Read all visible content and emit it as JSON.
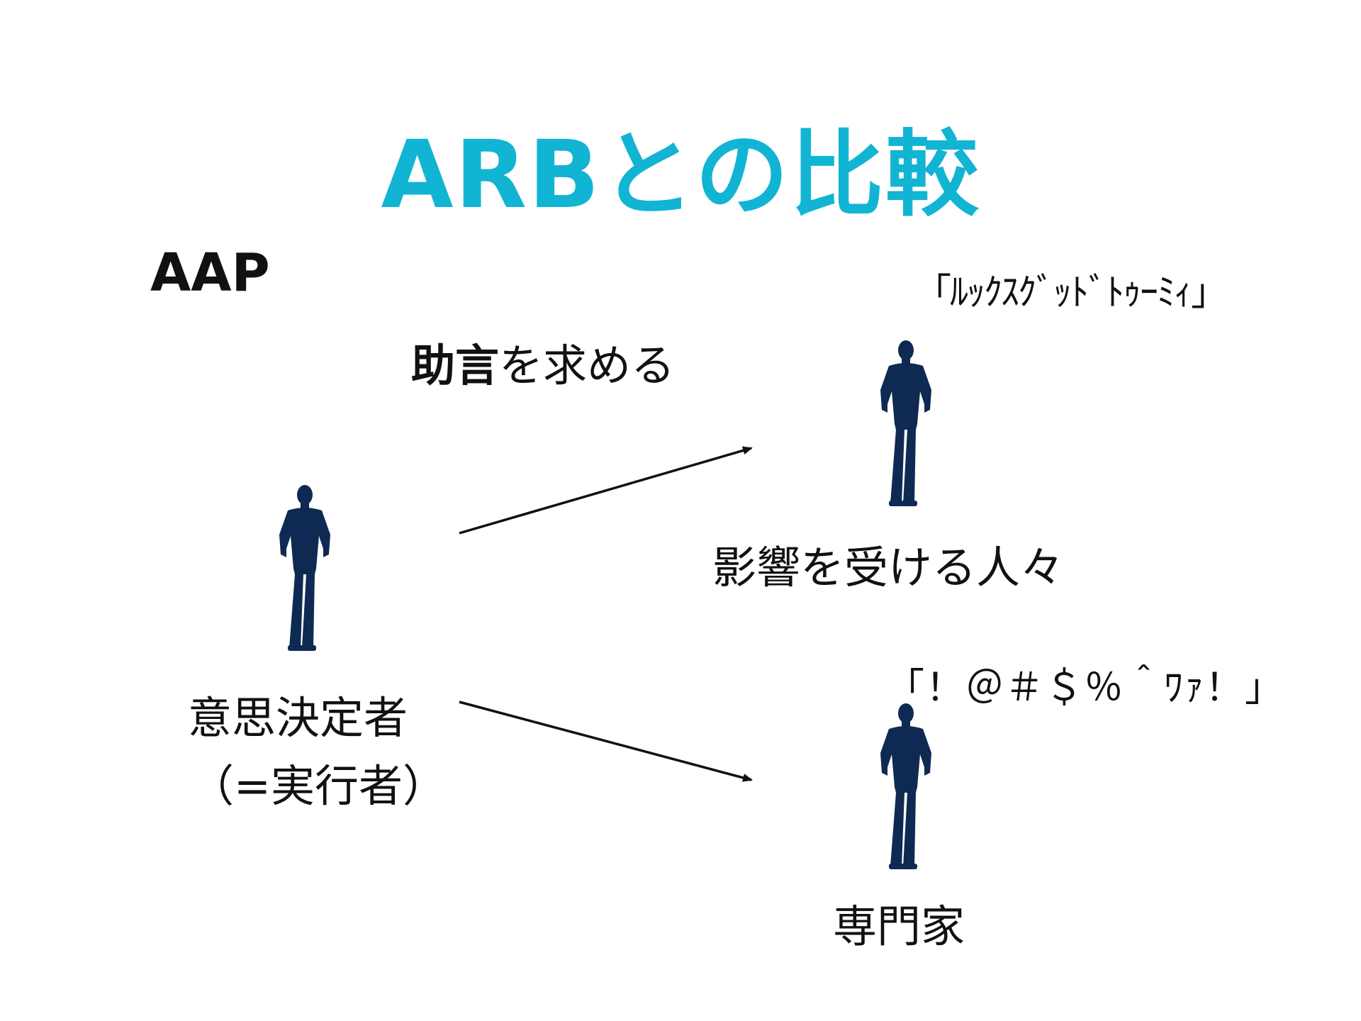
{
  "colors": {
    "title": "#12b4d4",
    "silhouette": "#0f2a52",
    "text": "#111111",
    "arrow": "#111111"
  },
  "slide": {
    "title": "ARBとの比較",
    "section_label": "AAP",
    "advice": {
      "bold": "助言",
      "rest": "を求める"
    },
    "quote_affected": "「ﾙｯｸｽｸﾞｯﾄﾞﾄｩｰﾐｨ」",
    "affected_label": "影響を受ける人々",
    "quote_expert": "「！＠＃＄％＾ﾜｧ！」",
    "decision_maker_label": "意思決定者",
    "decision_maker_sub": "（=実行者）",
    "expert_label": "専門家"
  },
  "icons": {
    "decision_maker": "person-silhouette-icon",
    "affected": "person-silhouette-icon",
    "expert": "person-silhouette-icon"
  }
}
